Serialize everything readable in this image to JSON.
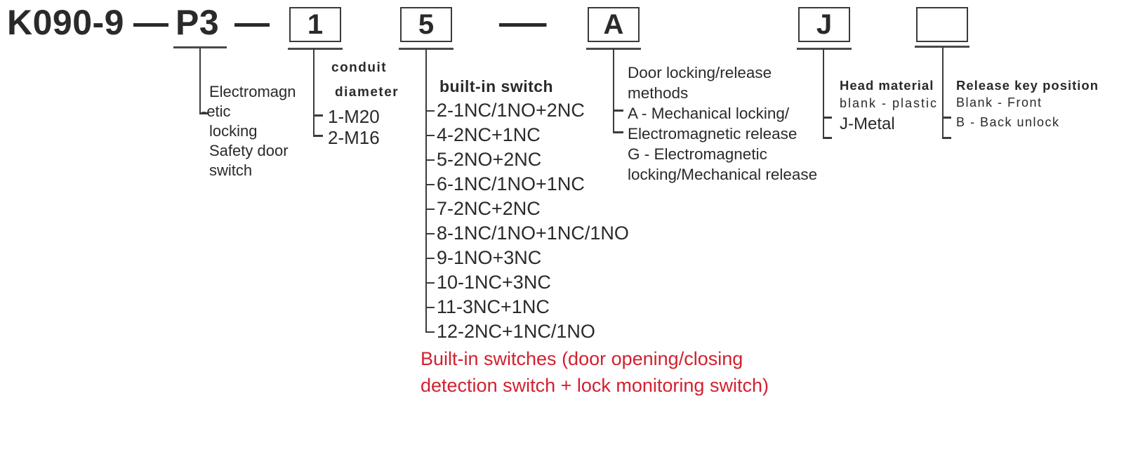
{
  "colors": {
    "ink": "#2a2a2a",
    "line": "#3c3c3c",
    "red": "#d2202f",
    "background": "#ffffff"
  },
  "code": {
    "series": "K090-9",
    "prefix": "P3",
    "separator": "—",
    "box_values": [
      "1",
      "5",
      "A",
      "J",
      ""
    ]
  },
  "branch_p3": {
    "lines": [
      "Electromagn",
      "-etic",
      "locking",
      "Safety door",
      "switch"
    ]
  },
  "branch_conduit": {
    "heading_lines": [
      "conduit",
      "diameter"
    ],
    "options": [
      "1-M20",
      "2-M16"
    ]
  },
  "branch_switch": {
    "heading": "built-in switch",
    "options": [
      "2-1NC/1NO+2NC",
      "4-2NC+1NC",
      "5-2NO+2NC",
      "6-1NC/1NO+1NC",
      "7-2NC+2NC",
      "8-1NC/1NO+1NC/1NO",
      "9-1NO+3NC",
      "10-1NC+3NC",
      "11-3NC+1NC",
      "12-2NC+1NC/1NO"
    ],
    "note_lines": [
      "Built-in switches (door opening/closing",
      "detection switch + lock monitoring switch)"
    ]
  },
  "branch_door": {
    "lines": [
      "Door locking/release",
      "methods",
      "A - Mechanical locking/",
      "Electromagnetic release",
      "G - Electromagnetic",
      "locking/Mechanical release"
    ]
  },
  "branch_head": {
    "heading": "Head material",
    "options": [
      "blank - plastic",
      "J-Metal"
    ]
  },
  "branch_release": {
    "heading": "Release key position",
    "options": [
      "Blank - Front",
      "B - Back unlock"
    ]
  }
}
